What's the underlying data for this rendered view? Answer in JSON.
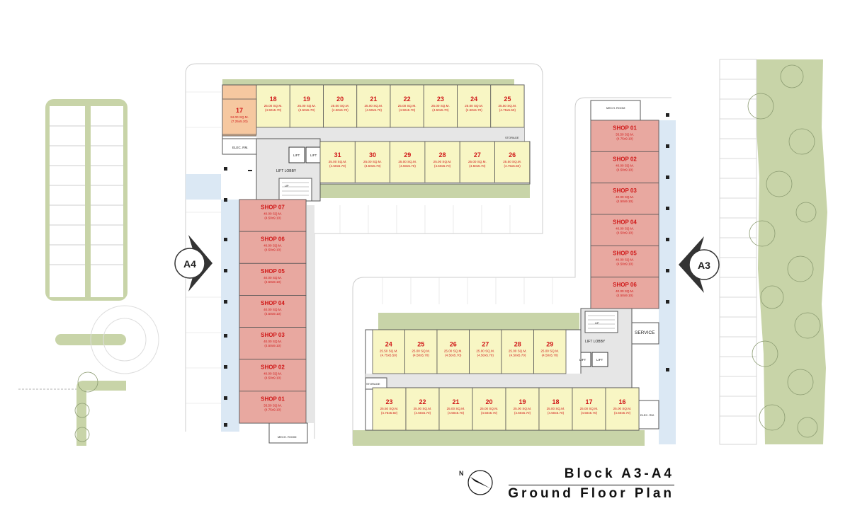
{
  "title": {
    "line1": "Block A3-A4",
    "line2": "Ground Floor Plan"
  },
  "north_label": "N",
  "section_markers": [
    "A4",
    "A3"
  ],
  "colors": {
    "residential": "#f8f6c4",
    "shop": "#e8a8a0",
    "corner_unit": "#f6c8a0",
    "landscape": "#c8d4a8",
    "corridor": "#e6e6e6",
    "unit_text": "#d01818"
  },
  "block_a4": {
    "top_row": [
      {
        "num": "18",
        "area": "25.00 SQ.M.",
        "dim": "(4.50x5.70)"
      },
      {
        "num": "19",
        "area": "25.00 SQ.M.",
        "dim": "(4.50x5.70)"
      },
      {
        "num": "20",
        "area": "25.00 SQ.M.",
        "dim": "(4.50x5.70)"
      },
      {
        "num": "21",
        "area": "25.00 SQ.M.",
        "dim": "(4.50x5.70)"
      },
      {
        "num": "22",
        "area": "25.00 SQ.M.",
        "dim": "(4.50x5.70)"
      },
      {
        "num": "23",
        "area": "25.00 SQ.M.",
        "dim": "(4.50x5.70)"
      },
      {
        "num": "24",
        "area": "25.00 SQ.M.",
        "dim": "(4.50x5.70)"
      },
      {
        "num": "25",
        "area": "25.50 SQ.M.",
        "dim": "(4.75x5.50)"
      }
    ],
    "bottom_row": [
      {
        "num": "31",
        "area": "25.00 SQ.M.",
        "dim": "(4.50x5.70)"
      },
      {
        "num": "30",
        "area": "25.00 SQ.M.",
        "dim": "(4.50x5.70)"
      },
      {
        "num": "29",
        "area": "25.00 SQ.M.",
        "dim": "(4.50x5.70)"
      },
      {
        "num": "28",
        "area": "25.00 SQ.M.",
        "dim": "(4.50x5.70)"
      },
      {
        "num": "27",
        "area": "25.00 SQ.M.",
        "dim": "(4.50x5.70)"
      },
      {
        "num": "26",
        "area": "25.50 SQ.M.",
        "dim": "(4.75x5.50)"
      }
    ],
    "corner_unit": {
      "num": "17",
      "area": "34.00 SQ.M.",
      "dim": "(7.25x5.20)"
    },
    "shops": [
      {
        "name": "SHOP 07",
        "area": "40.00 SQ.M.",
        "dim": "(4.50x9.10)"
      },
      {
        "name": "SHOP 06",
        "area": "40.00 SQ.M.",
        "dim": "(4.50x9.10)"
      },
      {
        "name": "SHOP 05",
        "area": "40.00 SQ.M.",
        "dim": "(4.50x9.10)"
      },
      {
        "name": "SHOP 04",
        "area": "40.00 SQ.M.",
        "dim": "(4.50x9.10)"
      },
      {
        "name": "SHOP 03",
        "area": "40.00 SQ.M.",
        "dim": "(4.50x9.10)"
      },
      {
        "name": "SHOP 02",
        "area": "40.00 SQ.M.",
        "dim": "(4.50x9.10)"
      },
      {
        "name": "SHOP 01",
        "area": "33.50 SQ.M.",
        "dim": "(4.75x9.10)"
      }
    ],
    "labels": {
      "elec": "ELEC. RM.",
      "lift": "LIFT",
      "lobby": "LIFT LOBBY",
      "storage": "STORAGE",
      "mech": "MECH. ROOM",
      "up": "UP"
    }
  },
  "block_a3": {
    "top_row": [
      {
        "num": "24",
        "area": "25.50 SQ.M.",
        "dim": "(4.75x5.50)"
      },
      {
        "num": "25",
        "area": "25.00 SQ.M.",
        "dim": "(4.50x5.70)"
      },
      {
        "num": "26",
        "area": "25.00 SQ.M.",
        "dim": "(4.50x5.70)"
      },
      {
        "num": "27",
        "area": "25.00 SQ.M.",
        "dim": "(4.50x5.70)"
      },
      {
        "num": "28",
        "area": "25.00 SQ.M.",
        "dim": "(4.50x5.70)"
      },
      {
        "num": "29",
        "area": "25.00 SQ.M.",
        "dim": "(4.50x5.70)"
      }
    ],
    "bottom_row": [
      {
        "num": "23",
        "area": "25.50 SQ.M.",
        "dim": "(4.75x5.50)"
      },
      {
        "num": "22",
        "area": "25.00 SQ.M.",
        "dim": "(4.50x5.70)"
      },
      {
        "num": "21",
        "area": "25.00 SQ.M.",
        "dim": "(4.50x5.70)"
      },
      {
        "num": "20",
        "area": "25.00 SQ.M.",
        "dim": "(4.50x5.70)"
      },
      {
        "num": "19",
        "area": "25.00 SQ.M.",
        "dim": "(4.50x5.70)"
      },
      {
        "num": "18",
        "area": "25.00 SQ.M.",
        "dim": "(4.50x5.70)"
      },
      {
        "num": "17",
        "area": "25.00 SQ.M.",
        "dim": "(4.50x5.70)"
      },
      {
        "num": "16",
        "area": "25.00 SQ.M.",
        "dim": "(4.50x5.70)"
      }
    ],
    "shops": [
      {
        "name": "SHOP 01",
        "area": "33.50 SQ.M.",
        "dim": "(4.75x9.10)"
      },
      {
        "name": "SHOP 02",
        "area": "40.00 SQ.M.",
        "dim": "(4.50x9.10)"
      },
      {
        "name": "SHOP 03",
        "area": "40.00 SQ.M.",
        "dim": "(4.50x9.10)"
      },
      {
        "name": "SHOP 04",
        "area": "40.00 SQ.M.",
        "dim": "(4.50x9.10)"
      },
      {
        "name": "SHOP 05",
        "area": "40.00 SQ.M.",
        "dim": "(4.50x9.10)"
      },
      {
        "name": "SHOP 06",
        "area": "40.00 SQ.M.",
        "dim": "(4.50x9.10)"
      }
    ],
    "labels": {
      "service": "SERVICE",
      "lobby": "LIFT LOBBY",
      "lift": "LIFT",
      "storage": "STORAGE",
      "elec": "ELEC. RM.",
      "mech": "MECH. ROOM",
      "up": "UP"
    }
  }
}
